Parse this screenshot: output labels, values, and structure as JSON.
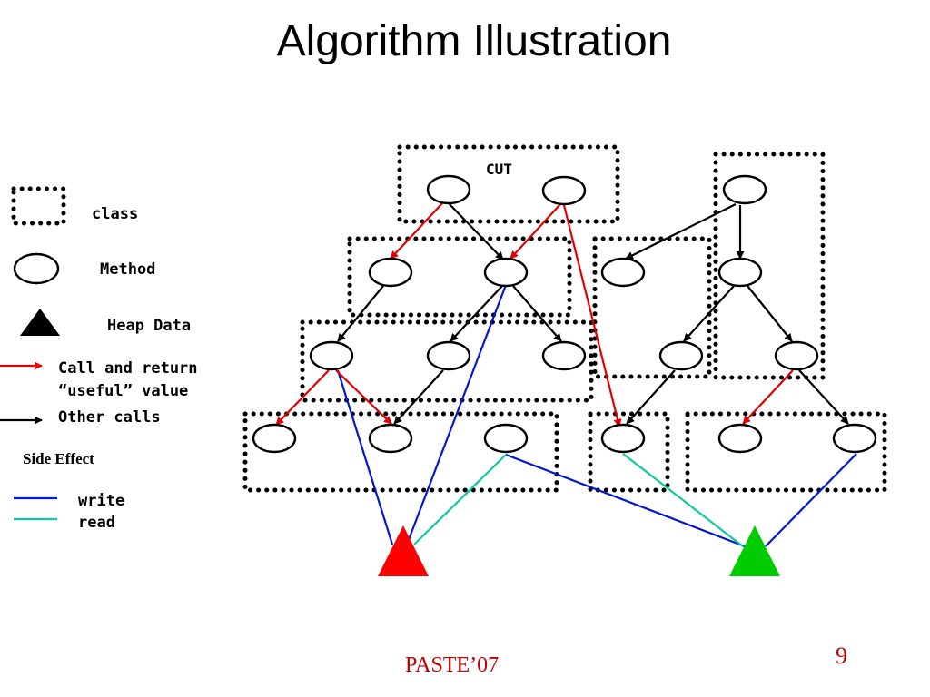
{
  "slide": {
    "title": "Algorithm Illustration",
    "footer": "PASTE’07",
    "page_number": "9"
  },
  "diagram": {
    "cut_label": "CUT",
    "colors": {
      "call_return": "#e00000",
      "other_call": "#000000",
      "write": "#0018d0",
      "read": "#10c8a0",
      "heap_red": "#ff0000",
      "heap_green": "#00cc00"
    }
  },
  "legend": {
    "class": "class",
    "method": "Method",
    "heap_data": "Heap Data",
    "call_return_line1": "Call and return",
    "call_return_line2": "“useful” value",
    "other_calls": "Other calls",
    "side_effect": "Side Effect",
    "write": "write",
    "read": "read"
  }
}
